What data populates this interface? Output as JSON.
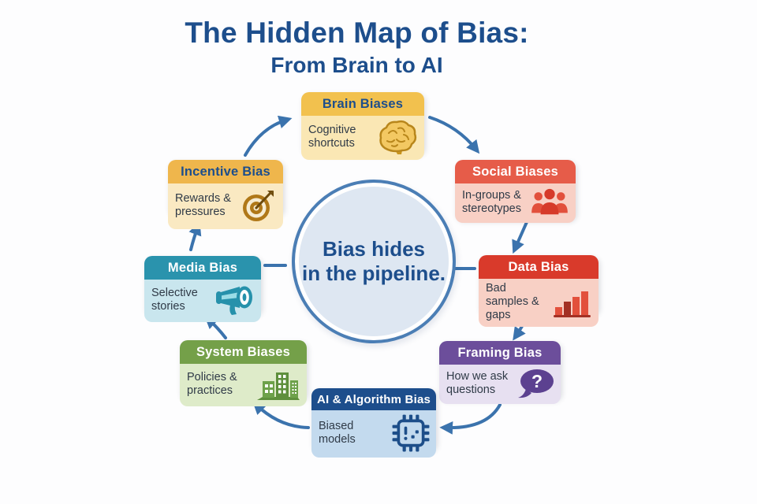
{
  "title": {
    "line1": "The Hidden Map of Bias:",
    "line2": "From Brain to AI",
    "color": "#1d4e8c"
  },
  "center": {
    "line1": "Bias hides",
    "line2": "in the pipeline.",
    "fill_color": "#dee7f2",
    "border_color": "#4b7eb5"
  },
  "arrow_color": "#3b73ad",
  "icons": {
    "question_mark": "?"
  },
  "nodes": [
    {
      "id": "brain",
      "title": "Brain Biases",
      "subtitle": "Cognitive shortcuts",
      "icon": "brain-icon",
      "header_color": "#f2c14e",
      "body_color": "#fae7b4",
      "header_text_color": "#1d4e8c"
    },
    {
      "id": "social",
      "title": "Social Biases",
      "subtitle": "In-groups & stereotypes",
      "icon": "people-icon",
      "header_color": "#e65c49",
      "body_color": "#f8d0c5",
      "header_text_color": "#ffffff"
    },
    {
      "id": "data",
      "title": "Data Bias",
      "subtitle": "Bad samples & gaps",
      "icon": "bar-chart-icon",
      "header_color": "#d93a2b",
      "body_color": "#f8d0c5",
      "header_text_color": "#ffffff"
    },
    {
      "id": "framing",
      "title": "Framing Bias",
      "subtitle": "How we ask questions",
      "icon": "question-bubble-icon",
      "header_color": "#6c4e9b",
      "body_color": "#e7e0f1",
      "header_text_color": "#ffffff"
    },
    {
      "id": "ai",
      "title": "AI & Algorithm Bias",
      "subtitle": "Biased models",
      "icon": "chip-icon",
      "header_color": "#1d4e8c",
      "body_color": "#c3daee",
      "header_text_color": "#ffffff"
    },
    {
      "id": "system",
      "title": "System Biases",
      "subtitle": "Policies & practices",
      "icon": "buildings-icon",
      "header_color": "#74a049",
      "body_color": "#deebc9",
      "header_text_color": "#ffffff"
    },
    {
      "id": "media",
      "title": "Media Bias",
      "subtitle": "Selective stories",
      "icon": "megaphone-icon",
      "header_color": "#2a93ad",
      "body_color": "#c9e6ee",
      "header_text_color": "#ffffff"
    },
    {
      "id": "incentive",
      "title": "Incentive Bias",
      "subtitle": "Rewards & pressures",
      "icon": "target-icon",
      "header_color": "#efb64c",
      "body_color": "#fae9c2",
      "header_text_color": "#1d4e8c"
    }
  ]
}
